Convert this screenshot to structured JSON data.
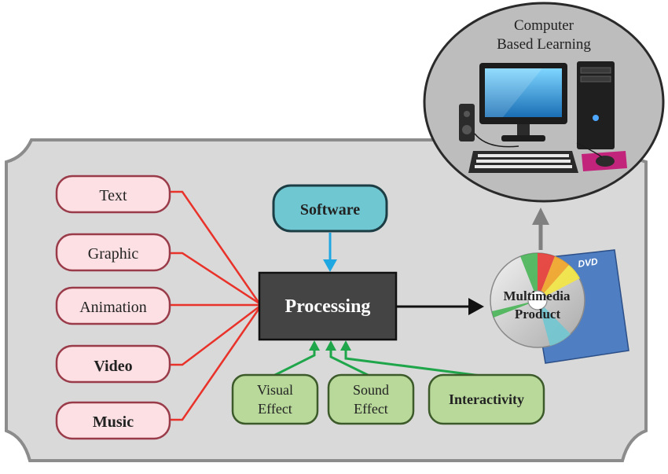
{
  "inputs": [
    {
      "label": "Text",
      "bold": false
    },
    {
      "label": "Graphic",
      "bold": false
    },
    {
      "label": "Animation",
      "bold": false
    },
    {
      "label": "Video",
      "bold": true
    },
    {
      "label": "Music",
      "bold": true
    }
  ],
  "software": {
    "label": "Software"
  },
  "processing": {
    "label": "Processing"
  },
  "effects": {
    "visual": {
      "line1": "Visual",
      "line2": "Effect"
    },
    "sound": {
      "line1": "Sound",
      "line2": "Effect"
    },
    "interactivity": {
      "label": "Interactivity"
    }
  },
  "product": {
    "line1": "Multimedia",
    "line2": "Product",
    "dvd_label": "DVD"
  },
  "cbl": {
    "line1": "Computer",
    "line2": "Based Learning"
  },
  "colors": {
    "panel_fill": "#d9d9d9",
    "panel_stroke": "#8c8c8c",
    "input_fill": "#fde0e3",
    "input_stroke": "#9a3b4a",
    "software_fill": "#6fc7d1",
    "effect_fill": "#b8d99a",
    "processing_fill": "#444444",
    "red_line": "#e8322a",
    "green_arrow": "#1fa64a",
    "blue_arrow": "#1ea7e1"
  }
}
